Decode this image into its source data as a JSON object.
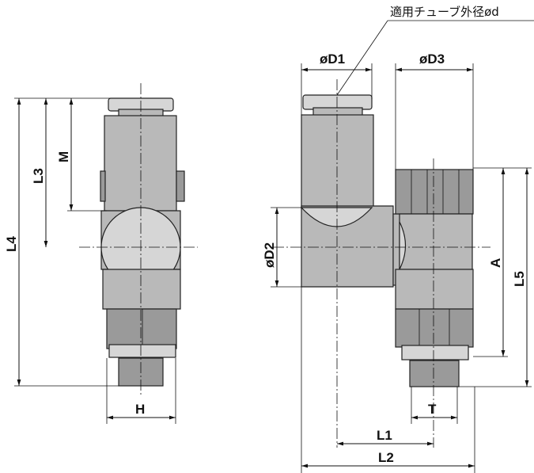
{
  "note": {
    "tube_od_label": "適用チューブ外径ød"
  },
  "dimensions": {
    "D1": "øD1",
    "D3": "øD3",
    "D2": "øD2",
    "L1": "L1",
    "L2": "L2",
    "T": "T",
    "A": "A",
    "L5": "L5",
    "L4": "L4",
    "L3": "L3",
    "M": "M",
    "H": "H"
  }
}
